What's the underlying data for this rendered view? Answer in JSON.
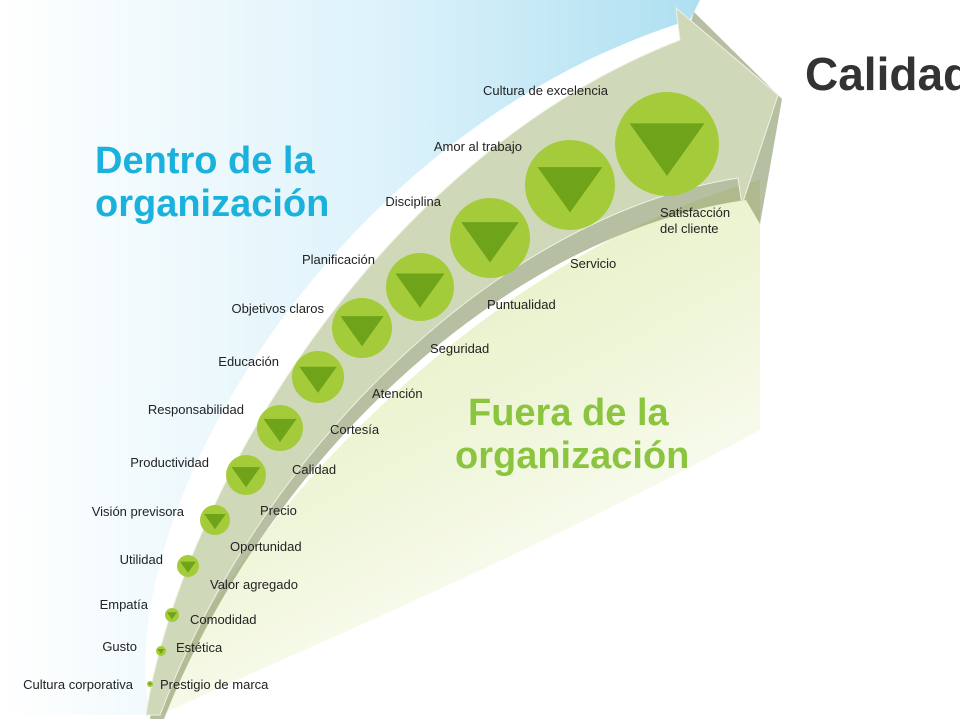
{
  "title": "Calidad",
  "inside_heading": [
    "Dentro de la",
    "organización"
  ],
  "outside_heading": [
    "Fuera de la",
    "organización"
  ],
  "inside_factors": [
    "Cultura corporativa",
    "Gusto",
    "Empatía",
    "Utilidad",
    "Visión previsora",
    "Productividad",
    "Responsabilidad",
    "Educación",
    "Objetivos claros",
    "Planificación",
    "Disciplina",
    "Amor al trabajo",
    "Cultura de excelencia"
  ],
  "outside_factors": [
    "Prestigio de marca",
    "Estética",
    "Comodidad",
    "Valor agregado",
    "Oportunidad",
    "Precio",
    "Calidad",
    "Cortesía",
    "Atención",
    "Seguridad",
    "Puntualidad",
    "Servicio",
    "Satisfacción del cliente"
  ],
  "colors": {
    "inside": "#1ab1dc",
    "outside": "#8bc53f",
    "title": "#333333",
    "arrow": "#cfd8b8",
    "circle": "#a4cb3a",
    "triangle": "#6fa31a"
  }
}
